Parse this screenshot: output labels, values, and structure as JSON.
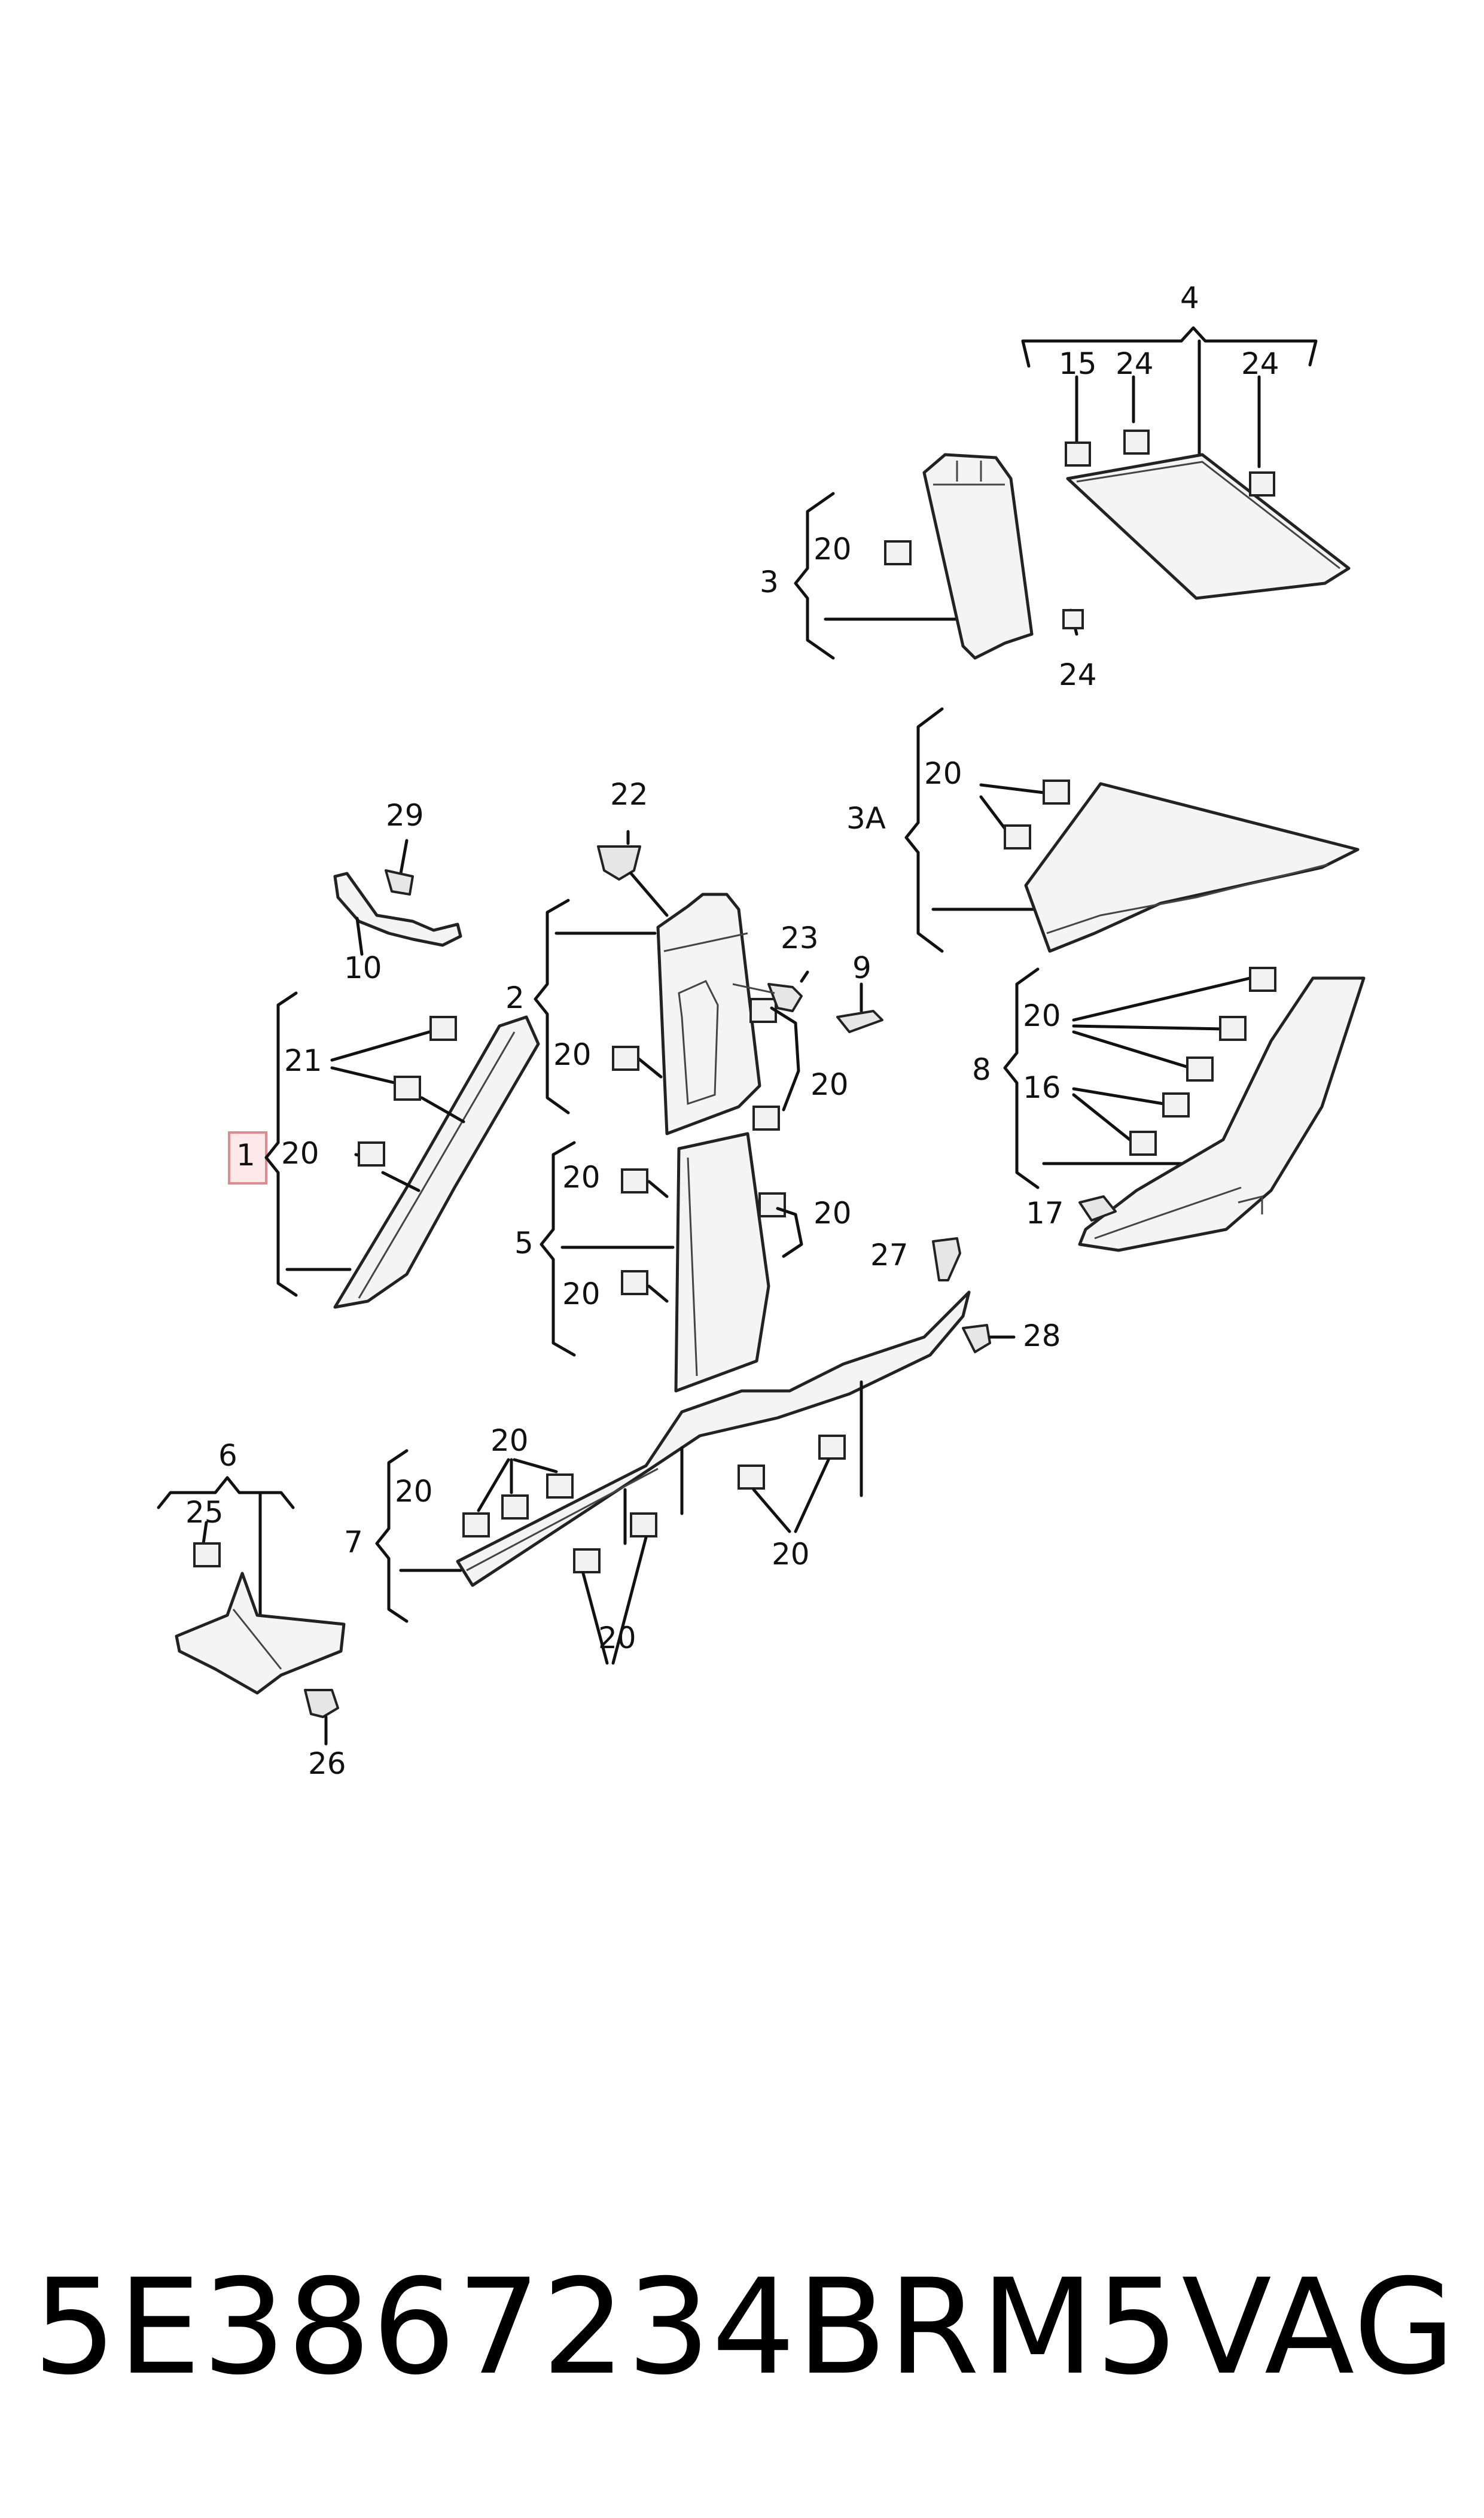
{
  "labels": {
    "l1": "1",
    "l2": "2",
    "l3": "3",
    "l3a": "3A",
    "l4": "4",
    "l5": "5",
    "l6": "6",
    "l7": "7",
    "l8": "8",
    "l9": "9",
    "l10": "10",
    "l15": "15",
    "l16": "16",
    "l17": "17",
    "l21": "21",
    "l22": "22",
    "l23": "23",
    "l24": "24",
    "l25": "25",
    "l26": "26",
    "l27": "27",
    "l28": "28",
    "l29": "29",
    "l20": "20"
  },
  "footer": {
    "part_number": "5E3867234BRM5",
    "brand": "VAG"
  },
  "colors": {
    "highlight_fill": "#fde9ea",
    "highlight_stroke": "#e08a90"
  }
}
